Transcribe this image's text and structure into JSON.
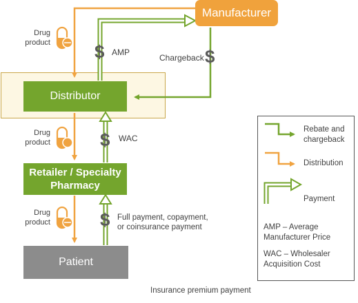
{
  "colors": {
    "green": "#74a52d",
    "green_dark": "#5e8a24",
    "orange": "#f0a340",
    "orange_box": "#f0a23c",
    "gray": "#8c8c8c",
    "highlight_fill": "#fdf7e3",
    "highlight_border": "#c9a74a",
    "dollar": "#5a5a5a"
  },
  "nodes": {
    "manufacturer": "Manufacturer",
    "distributor": "Distributor",
    "retailer_line1": "Retailer / Specialty",
    "retailer_line2": "Pharmacy",
    "patient": "Patient"
  },
  "labels": {
    "drug_product_1_l1": "Drug",
    "drug_product_1_l2": "product",
    "drug_product_2_l1": "Drug",
    "drug_product_2_l2": "product",
    "drug_product_3_l1": "Drug",
    "drug_product_3_l2": "product",
    "amp": "AMP",
    "chargeback": "Chargeback",
    "wac": "WAC",
    "full_payment_l1": "Full payment, copayment,",
    "full_payment_l2": "or coinsurance payment",
    "insurance": "Insurance premium payment",
    "dollar_sign": "$"
  },
  "legend": {
    "rebate_l1": "Rebate and",
    "rebate_l2": "chargeback",
    "distribution": "Distribution",
    "payment": "Payment",
    "amp_def_l1": "AMP – Average",
    "amp_def_l2": "Manufacturer Price",
    "wac_def_l1": "WAC – Wholesaler",
    "wac_def_l2": "Acquisition Cost"
  },
  "icons": [
    "pill-icon",
    "dollar-icon"
  ]
}
